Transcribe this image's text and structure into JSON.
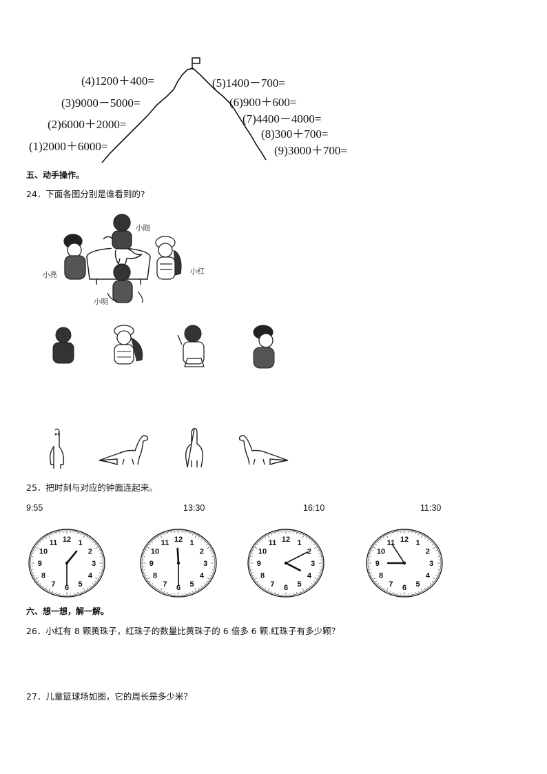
{
  "mountain": {
    "eq4": "(4)1200＋400=",
    "eq3": "(3)9000－5000=",
    "eq2": "(2)6000＋2000=",
    "eq1": "(1)2000＋6000=",
    "eq5": "(5)1400－700=",
    "eq6": "(6)900＋600=",
    "eq7": "(7)4400－4000=",
    "eq8": "(8)300＋700=",
    "eq9": "(9)3000＋700="
  },
  "section5": {
    "title": "五、动手操作。"
  },
  "q24": {
    "text": "24．下面各图分别是谁看到的?",
    "names": {
      "xiaogang": "小刚",
      "xiaoliang": "小亮",
      "xiaohong": "小红",
      "xiaoming": "小明"
    }
  },
  "q25": {
    "text": "25．把时刻与对应的钟面连起来。",
    "times": [
      "9:55",
      "13:30",
      "16:10",
      "11:30"
    ],
    "clock_numbers": [
      "12",
      "1",
      "2",
      "3",
      "4",
      "5",
      "6",
      "7",
      "8",
      "9",
      "10",
      "11"
    ],
    "clocks": [
      {
        "hour": 1.2,
        "minute": 30
      },
      {
        "hour": 11.9,
        "minute": 30
      },
      {
        "hour": 4,
        "minute": 10
      },
      {
        "hour": 9,
        "minute": 55
      }
    ]
  },
  "section6": {
    "title": "六、想一想，解一解。"
  },
  "q26": {
    "text": "26．小红有 8 颗黄珠子，红珠子的数量比黄珠子的 6 倍多 6 颗.红珠子有多少颗？"
  },
  "q27": {
    "text": "27．儿童篮球场如图，它的周长是多少米？"
  }
}
